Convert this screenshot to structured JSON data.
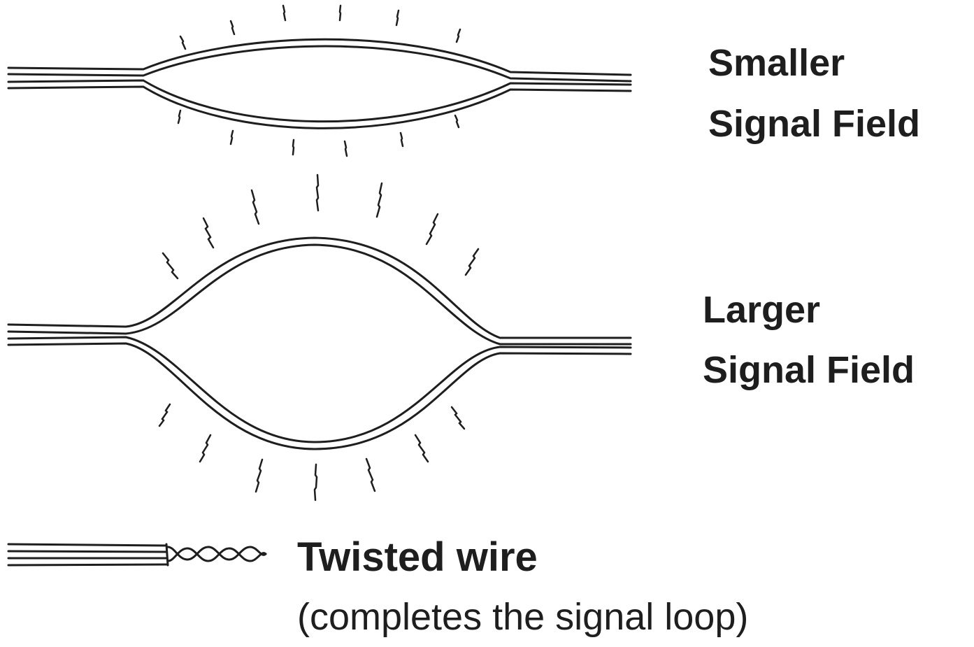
{
  "labels": {
    "smaller_line1": "Smaller",
    "smaller_line2": "Signal Field",
    "larger_line1": "Larger",
    "larger_line2": "Signal Field",
    "twisted_title": "Twisted wire",
    "twisted_sub": "(completes the signal loop)"
  },
  "colors": {
    "ink": "#1e1e1e",
    "background": "#ffffff"
  }
}
